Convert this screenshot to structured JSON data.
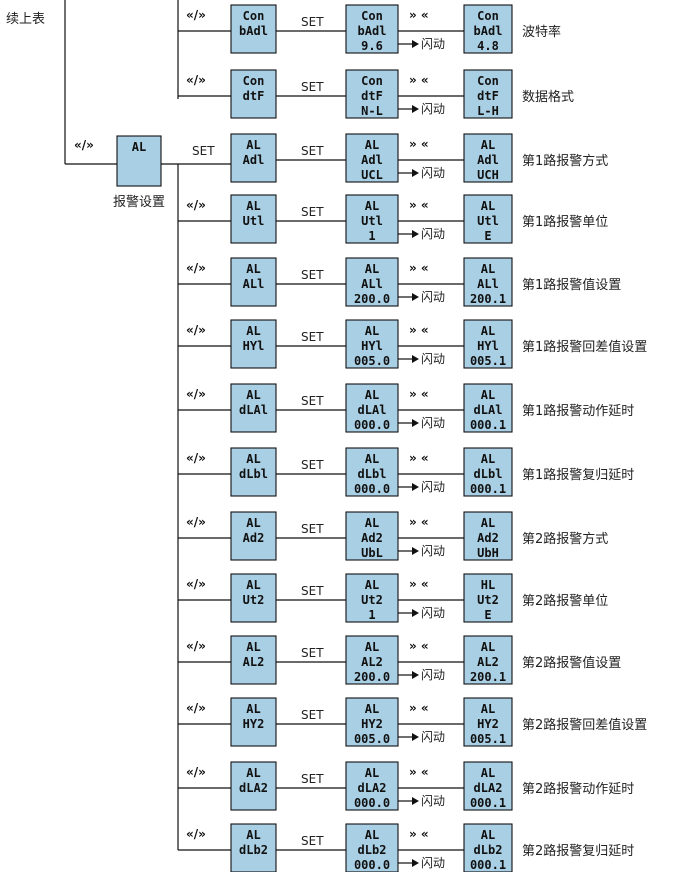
{
  "continued_label": "续上表",
  "root": {
    "code": "AL",
    "caption": "报警设置",
    "nav": "«/»",
    "set": "SET"
  },
  "labels": {
    "nav": "«/»",
    "set": "SET",
    "flash": "闪动",
    "updown": "» «"
  },
  "colors": {
    "lcd": "#a9cfe4",
    "line": "#111111",
    "text": "#222222"
  },
  "rows": [
    {
      "p": [
        "Con",
        "bAdl"
      ],
      "s": [
        "Con",
        "bAdl",
        "9.6"
      ],
      "r": [
        "Con",
        "bAdl",
        "4.8"
      ],
      "caption": "波特率"
    },
    {
      "p": [
        "Con",
        "dtF"
      ],
      "s": [
        "Con",
        "dtF",
        "N-L"
      ],
      "r": [
        "Con",
        "dtF",
        "L-H"
      ],
      "caption": "数据格式"
    },
    {
      "p": [
        "AL",
        "Adl"
      ],
      "s": [
        "AL",
        "Adl",
        "UCL"
      ],
      "r": [
        "AL",
        "Adl",
        "UCH"
      ],
      "caption": "第1路报警方式"
    },
    {
      "p": [
        "AL",
        "Utl"
      ],
      "s": [
        "AL",
        "Utl",
        "1"
      ],
      "r": [
        "AL",
        "Utl",
        "E"
      ],
      "caption": "第1路报警单位"
    },
    {
      "p": [
        "AL",
        "ALl"
      ],
      "s": [
        "AL",
        "ALl",
        "200.0"
      ],
      "r": [
        "AL",
        "ALl",
        "200.1"
      ],
      "caption": "第1路报警值设置"
    },
    {
      "p": [
        "AL",
        "HYl"
      ],
      "s": [
        "AL",
        "HYl",
        "005.0"
      ],
      "r": [
        "AL",
        "HYl",
        "005.1"
      ],
      "caption": "第1路报警回差值设置"
    },
    {
      "p": [
        "AL",
        "dLAl"
      ],
      "s": [
        "AL",
        "dLAl",
        "000.0"
      ],
      "r": [
        "AL",
        "dLAl",
        "000.1"
      ],
      "caption": "第1路报警动作延时"
    },
    {
      "p": [
        "AL",
        "dLbl"
      ],
      "s": [
        "AL",
        "dLbl",
        "000.0"
      ],
      "r": [
        "AL",
        "dLbl",
        "000.1"
      ],
      "caption": "第1路报警复归延时"
    },
    {
      "p": [
        "AL",
        "Ad2"
      ],
      "s": [
        "AL",
        "Ad2",
        "UbL"
      ],
      "r": [
        "AL",
        "Ad2",
        "UbH"
      ],
      "caption": "第2路报警方式"
    },
    {
      "p": [
        "AL",
        "Ut2"
      ],
      "s": [
        "AL",
        "Ut2",
        "1"
      ],
      "r": [
        "HL",
        "Ut2",
        "E"
      ],
      "caption": "第2路报警单位"
    },
    {
      "p": [
        "AL",
        "AL2"
      ],
      "s": [
        "AL",
        "AL2",
        "200.0"
      ],
      "r": [
        "AL",
        "AL2",
        "200.1"
      ],
      "caption": "第2路报警值设置"
    },
    {
      "p": [
        "AL",
        "HY2"
      ],
      "s": [
        "AL",
        "HY2",
        "005.0"
      ],
      "r": [
        "AL",
        "HY2",
        "005.1"
      ],
      "caption": "第2路报警回差值设置"
    },
    {
      "p": [
        "AL",
        "dLA2"
      ],
      "s": [
        "AL",
        "dLA2",
        "000.0"
      ],
      "r": [
        "AL",
        "dLA2",
        "000.1"
      ],
      "caption": "第2路报警动作延时"
    },
    {
      "p": [
        "AL",
        "dLb2"
      ],
      "s": [
        "AL",
        "dLb2",
        "000.0"
      ],
      "r": [
        "AL",
        "dLb2",
        "000.1"
      ],
      "caption": "第2路报警复归延时"
    }
  ]
}
